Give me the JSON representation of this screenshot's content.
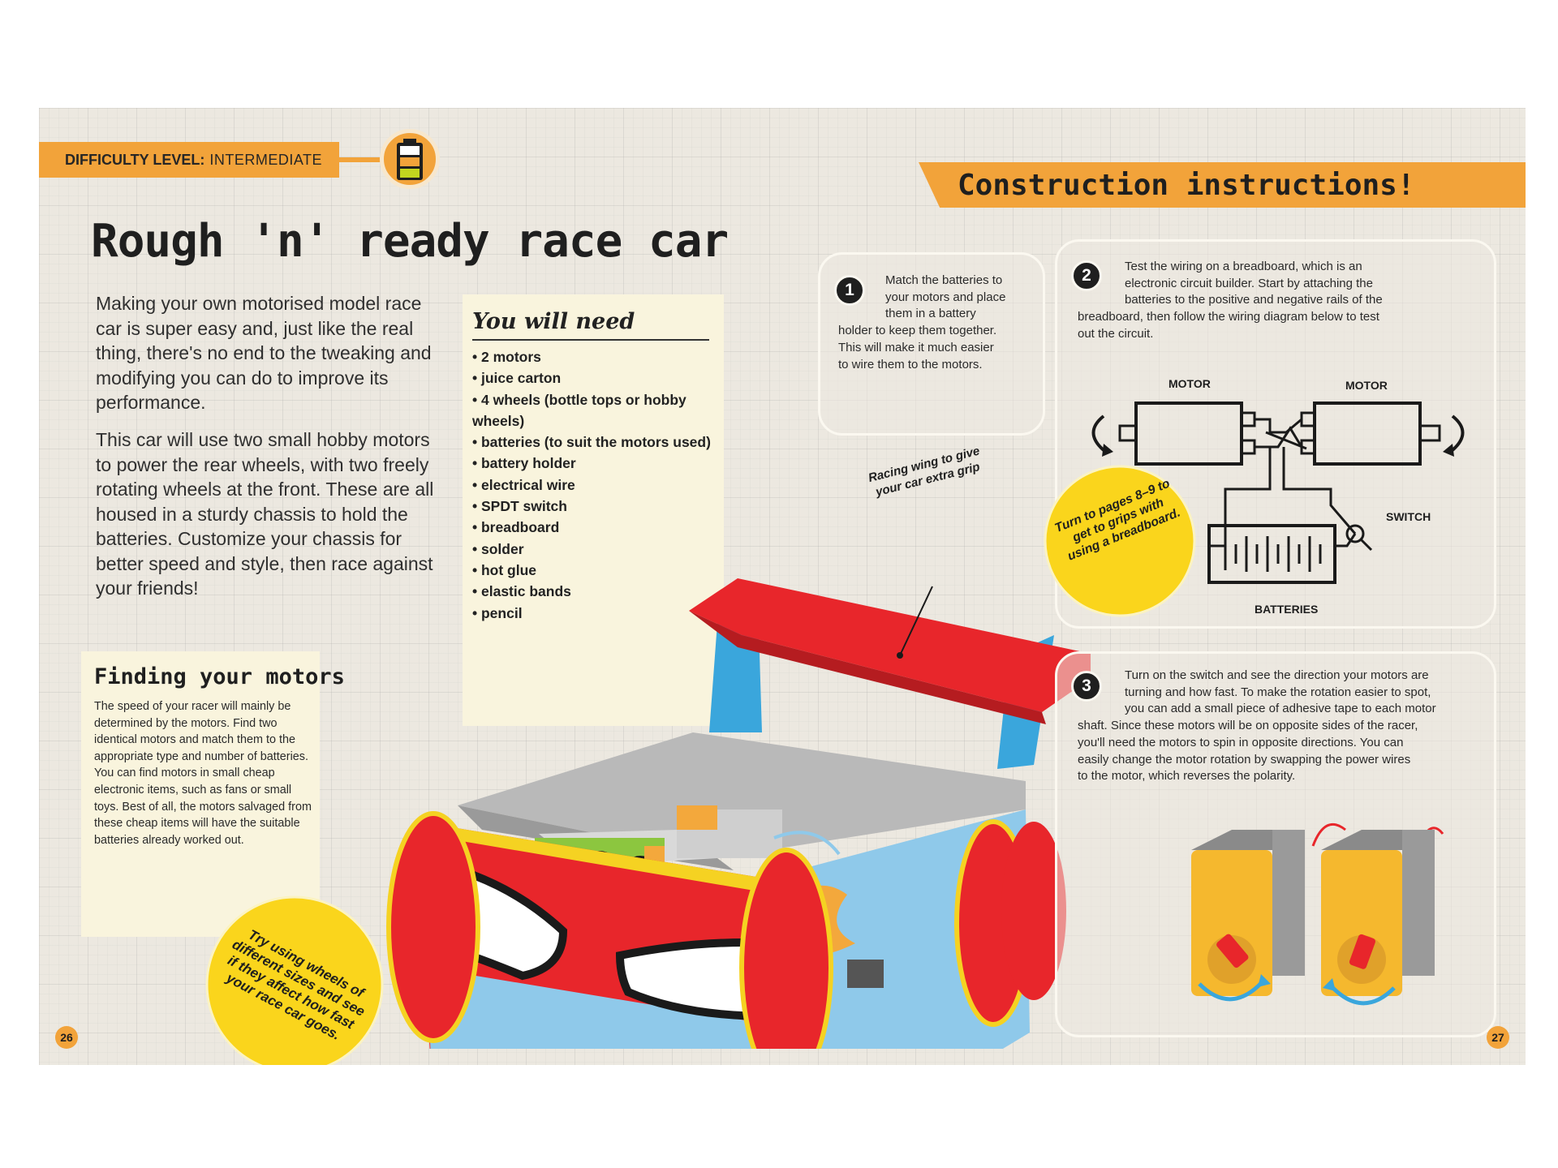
{
  "difficulty": {
    "label": "DIFFICULTY LEVEL:",
    "level": "INTERMEDIATE",
    "battery_icon": "battery-level-icon"
  },
  "title": "Rough 'n' ready race car",
  "intro": [
    "Making your own motorised model race car is super easy and, just like the real thing, there's no end to the tweaking and modifying you can do to improve its performance.",
    "This car will use two small hobby motors to power the rear wheels, with two freely rotating wheels at the front. These are all housed in a sturdy chassis to hold the batteries. Customize your chassis for better speed and style, then race against your friends!"
  ],
  "you_will_need": {
    "title": "You will need",
    "items": [
      "2 motors",
      "juice carton",
      "4 wheels (bottle tops or hobby wheels)",
      "batteries (to suit the motors used)",
      "battery holder",
      "electrical wire",
      "SPDT switch",
      "breadboard",
      "solder",
      "hot glue",
      "elastic bands",
      "pencil"
    ]
  },
  "finding_motors": {
    "title": "Finding your motors",
    "body": "The speed of your racer will mainly be determined by the motors. Find two identical motors and match them to the appropriate type and number of batteries. You can find motors in small cheap electronic items, such as fans or small toys. Best of all, the motors salvaged from these cheap items will have the suitable batteries already worked out."
  },
  "wheels_tip": "Try using wheels of different sizes and see if they affect how fast your race car goes.",
  "racing_wing_callout": "Racing wing to give your car extra grip",
  "construction": {
    "banner": "Construction instructions!",
    "steps": [
      {
        "num": "1",
        "lines_indent": [
          "Match the batteries to",
          "your motors and place",
          "them in a battery"
        ],
        "lines": [
          "holder to keep them together.",
          "This will make it much easier",
          "to wire them to the motors."
        ]
      },
      {
        "num": "2",
        "lines_indent": [
          "Test the wiring on a breadboard, which is an",
          "electronic circuit builder. Start by attaching the",
          "batteries to the positive and negative rails of the"
        ],
        "lines": [
          "breadboard, then follow the wiring diagram below to test",
          "out the circuit."
        ]
      },
      {
        "num": "3",
        "lines_indent": [
          "Turn on the switch and see the direction your motors are",
          "turning and how fast. To make the rotation easier to spot,",
          "you can add a small piece of adhesive tape to each motor"
        ],
        "lines": [
          "shaft. Since these motors will be on opposite sides of the racer,",
          "you'll need the motors to spin in opposite directions. You can",
          "easily change the motor rotation by swapping the power wires",
          "to the motor, which reverses the polarity."
        ]
      }
    ],
    "diagram": {
      "motor_left": "MOTOR",
      "motor_right": "MOTOR",
      "switch": "SWITCH",
      "batteries": "BATTERIES"
    },
    "breadboard_tip": "Turn to pages 8–9 to get to grips with using a breadboard."
  },
  "pages": {
    "left": "26",
    "right": "27"
  },
  "colors": {
    "orange": "#f2a33a",
    "yellow": "#fad51c",
    "red": "#e8262b",
    "blue": "#8fc9ea",
    "cream": "#f9f4dd"
  }
}
